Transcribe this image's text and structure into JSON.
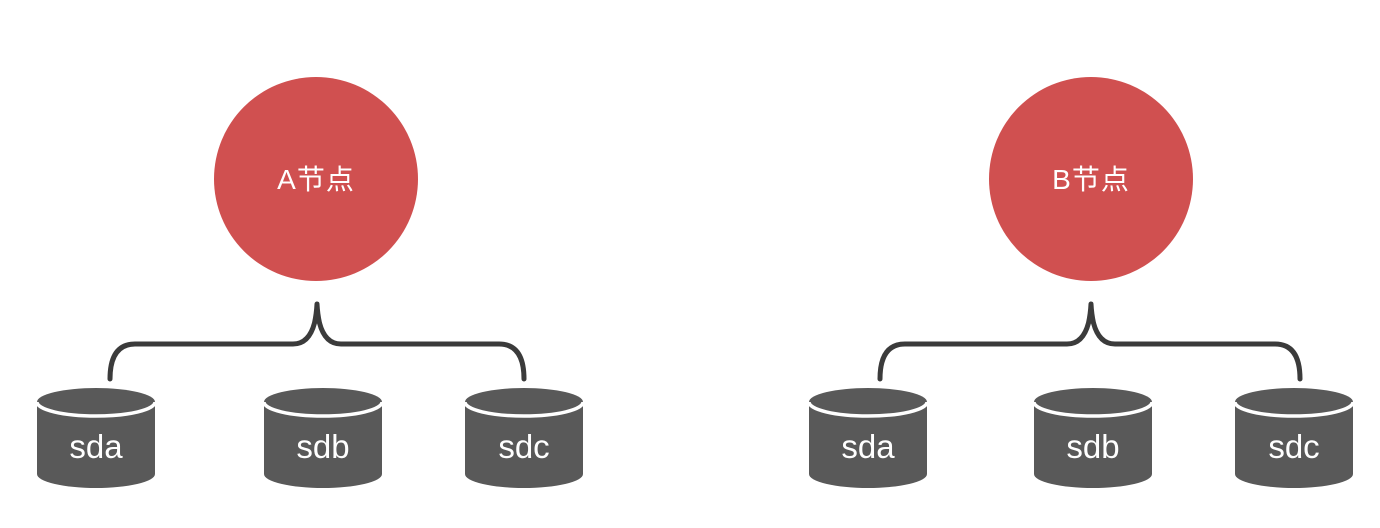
{
  "diagram": {
    "colors": {
      "background": "#ffffff",
      "node_fill": "#d05050",
      "node_text": "#ffffff",
      "disk_fill": "#595959",
      "disk_rim": "#ffffff",
      "disk_text": "#ffffff",
      "brace_stroke": "#3b3b3b"
    },
    "groups": [
      {
        "node_label": "A节点",
        "disks": [
          "sda",
          "sdb",
          "sdc"
        ]
      },
      {
        "node_label": "B节点",
        "disks": [
          "sda",
          "sdb",
          "sdc"
        ]
      }
    ]
  }
}
